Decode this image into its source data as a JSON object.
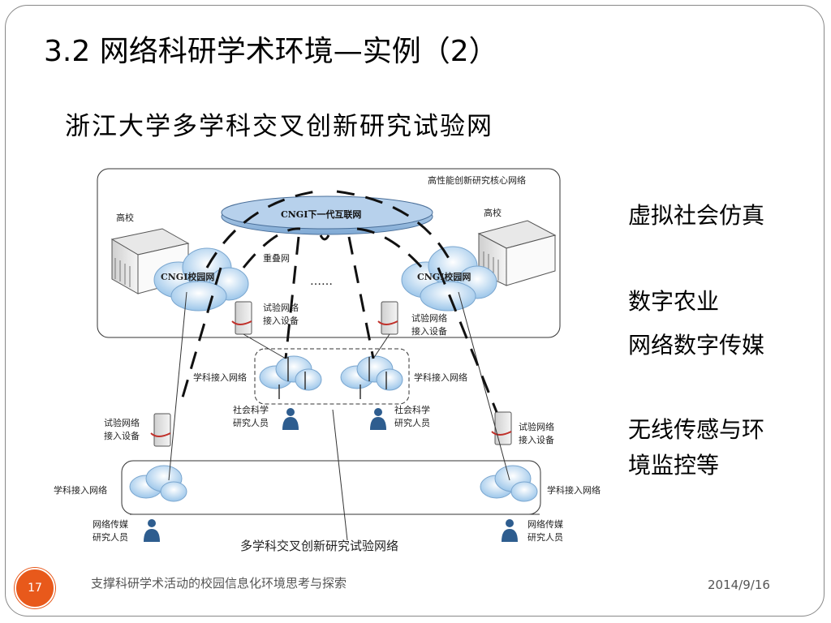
{
  "slide": {
    "title": "3.2 网络科研学术环境—实例（2）",
    "subtitle": "浙江大学多学科交叉创新研究试验网",
    "side_items": [
      "虚拟社会仿真",
      "数字农业",
      "网络数字传媒",
      "无线传感与环",
      "境监控等"
    ],
    "page_number": "17",
    "footer_text": "支撑科研学术活动的校园信息化环境思考与探索",
    "footer_date": "2014/9/16"
  },
  "diagram": {
    "core_label": "高性能创新研究核心网络",
    "cngi_label": "CNGI下一代互联网",
    "campus_left": "高校",
    "campus_right": "高校",
    "campus_net_left": "CNGI校园网",
    "campus_net_right": "CNGI校园网",
    "overlay_label": "重叠网",
    "ellipsis": "……",
    "access_device_core_left": [
      "试验网络",
      "接入设备"
    ],
    "access_device_core_right": [
      "试验网络",
      "接入设备"
    ],
    "subject_access_left": "学科接入网络",
    "subject_access_right": "学科接入网络",
    "social_left": [
      "社会科学",
      "研究人员"
    ],
    "social_right": [
      "社会科学",
      "研究人员"
    ],
    "access_device_left": [
      "试验网络",
      "接入设备"
    ],
    "access_device_right": [
      "试验网络",
      "接入设备"
    ],
    "subject_access_bottom_left": "学科接入网络",
    "subject_access_bottom_right": "学科接入网络",
    "media_left": [
      "网络传媒",
      "研究人员"
    ],
    "media_right": [
      "网络传媒",
      "研究人员"
    ],
    "bottom_label": "多学科交叉创新研究试验网络"
  },
  "colors": {
    "accent": "#e8591b",
    "cloud": "#b9d6ee",
    "cngi_disc": "#9dc3e6"
  }
}
